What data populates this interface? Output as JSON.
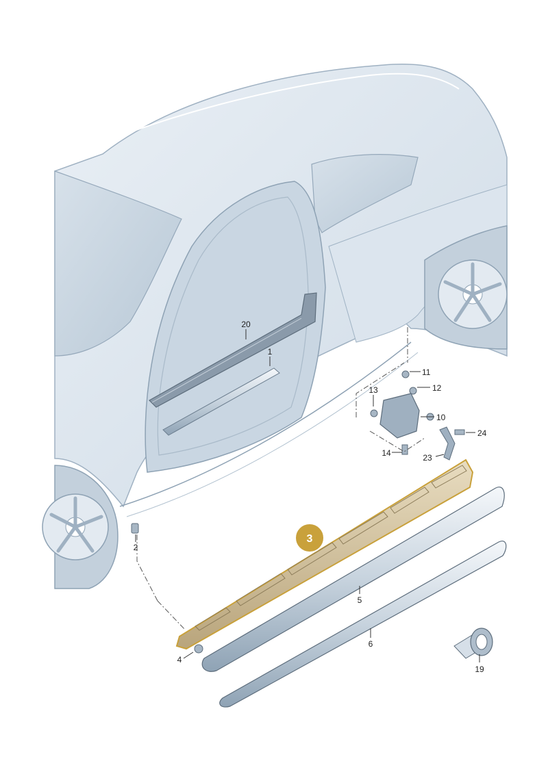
{
  "diagram": {
    "highlighted_part": "3",
    "highlight_color": "#c9a13b",
    "callouts": {
      "c1": "1",
      "c2": "2",
      "c4": "4",
      "c5": "5",
      "c6": "6",
      "c10": "10",
      "c11": "11",
      "c12": "12",
      "c13": "13",
      "c14": "14",
      "c19": "19",
      "c20": "20",
      "c23": "23",
      "c24": "24"
    }
  }
}
